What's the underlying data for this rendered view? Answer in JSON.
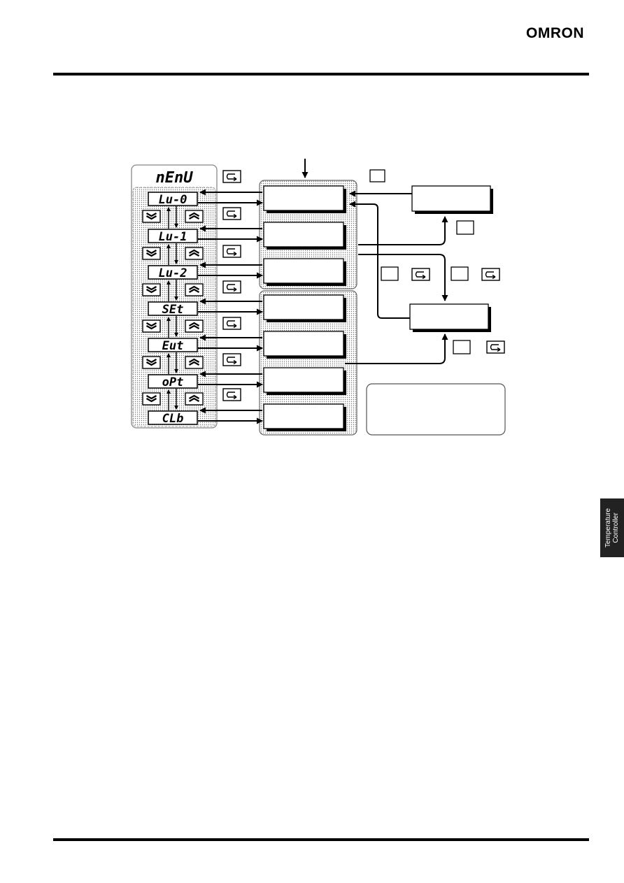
{
  "header": {
    "brand": "OMRON"
  },
  "side_tab": {
    "line1": "Temperature",
    "line2": "Controller"
  },
  "menu": {
    "title": "nEnU",
    "levels": [
      "Lu-0",
      "Lu-1",
      "Lu-2",
      "SEt",
      "Eut",
      "oPt",
      "CLb"
    ]
  },
  "icons": {
    "down": "double-chevron-down-icon",
    "up": "double-chevron-up-icon",
    "enter": "enter-return-icon"
  }
}
